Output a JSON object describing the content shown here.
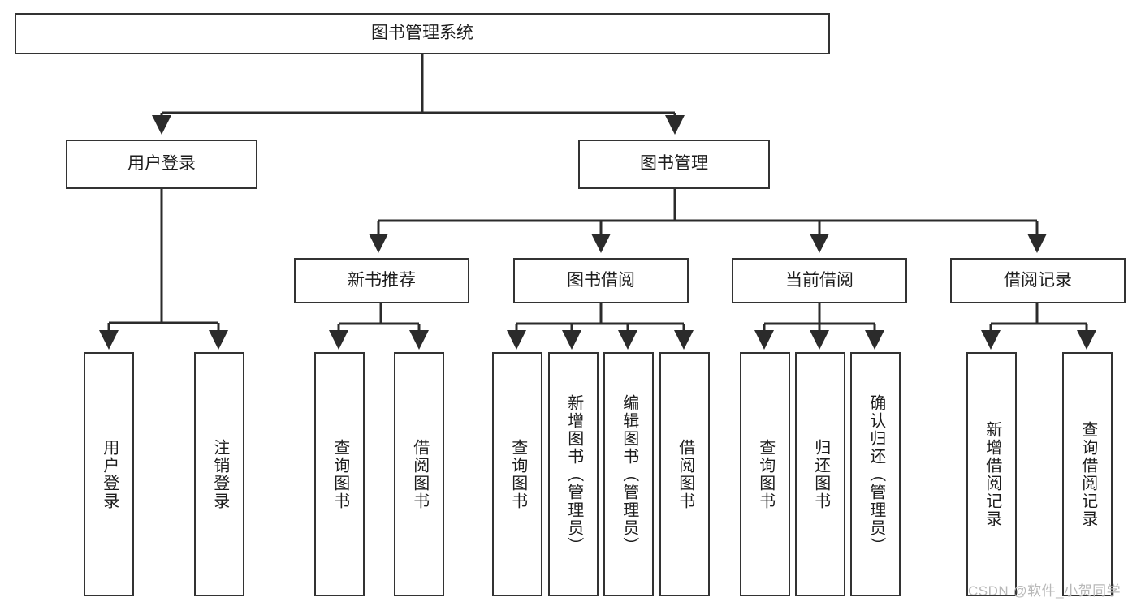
{
  "diagram": {
    "type": "tree",
    "title": "图书管理系统",
    "orientation": "top-down",
    "colors": {
      "node_border": "#333333",
      "node_fill": "#ffffff",
      "edge": "#2b2b2b",
      "text": "#1d1d1d",
      "watermark": "#b8b8b8",
      "background": "#ffffff"
    },
    "nodes": {
      "root": {
        "label": "图书管理系统",
        "level": 1
      },
      "l2": [
        {
          "id": "user_login",
          "label": "用户登录",
          "level": 2
        },
        {
          "id": "book_mgmt",
          "label": "图书管理",
          "level": 2
        }
      ],
      "l3": [
        {
          "id": "new_book_rec",
          "label": "新书推荐",
          "level": 3,
          "parent": "book_mgmt"
        },
        {
          "id": "book_borrow",
          "label": "图书借阅",
          "level": 3,
          "parent": "book_mgmt"
        },
        {
          "id": "current_borrow",
          "label": "当前借阅",
          "level": 3,
          "parent": "book_mgmt"
        },
        {
          "id": "borrow_record",
          "label": "借阅记录",
          "level": 3,
          "parent": "book_mgmt"
        }
      ],
      "leaves": [
        {
          "id": "leaf_1",
          "label": "用户登录",
          "parent": "user_login"
        },
        {
          "id": "leaf_2",
          "label": "注销登录",
          "parent": "user_login"
        },
        {
          "id": "leaf_3",
          "label": "查询图书",
          "parent": "new_book_rec"
        },
        {
          "id": "leaf_4",
          "label": "借阅图书",
          "parent": "new_book_rec"
        },
        {
          "id": "leaf_5",
          "label": "查询图书",
          "parent": "book_borrow"
        },
        {
          "id": "leaf_6",
          "label": "新增图书（管理员）",
          "parent": "book_borrow"
        },
        {
          "id": "leaf_7",
          "label": "编辑图书（管理员）",
          "parent": "book_borrow"
        },
        {
          "id": "leaf_8",
          "label": "借阅图书",
          "parent": "book_borrow"
        },
        {
          "id": "leaf_9",
          "label": "查询图书",
          "parent": "current_borrow"
        },
        {
          "id": "leaf_10",
          "label": "归还图书",
          "parent": "current_borrow"
        },
        {
          "id": "leaf_11",
          "label": "确认归还（管理员）",
          "parent": "current_borrow"
        },
        {
          "id": "leaf_12",
          "label": "新增借阅记录",
          "parent": "borrow_record"
        },
        {
          "id": "leaf_13",
          "label": "查询借阅记录",
          "parent": "borrow_record"
        }
      ]
    }
  },
  "watermark": {
    "text": "CSDN @软件_小贺同学"
  }
}
